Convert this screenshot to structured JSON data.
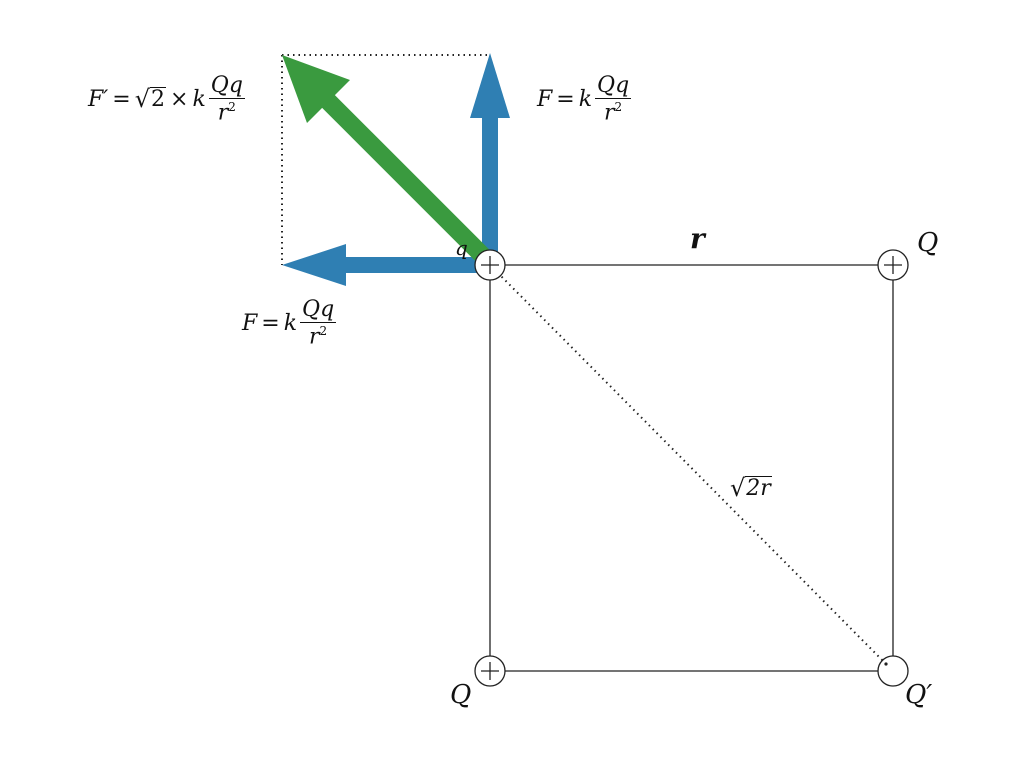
{
  "labels": {
    "side_r": "r",
    "diagonal": "2r",
    "charge_top_right": "Q",
    "charge_bottom_left": "Q",
    "charge_bottom_right": "Q′",
    "test_charge": "q"
  },
  "force_top": {
    "lhs": "F",
    "equals": "=",
    "k": "k",
    "numerator": "Qq",
    "denominator": "r",
    "exponent": "2"
  },
  "force_left": {
    "lhs": "F",
    "equals": "=",
    "k": "k",
    "numerator": "Qq",
    "denominator": "r",
    "exponent": "2"
  },
  "force_resultant": {
    "lhs": "F′",
    "equals": "=",
    "sqrt_value": "2",
    "times": "×",
    "k": "k",
    "numerator": "Qq",
    "denominator": "r",
    "exponent": "2"
  },
  "colors": {
    "component_arrow": "#2f7fb3",
    "resultant_arrow": "#3a9a3f",
    "line": "#222222"
  }
}
